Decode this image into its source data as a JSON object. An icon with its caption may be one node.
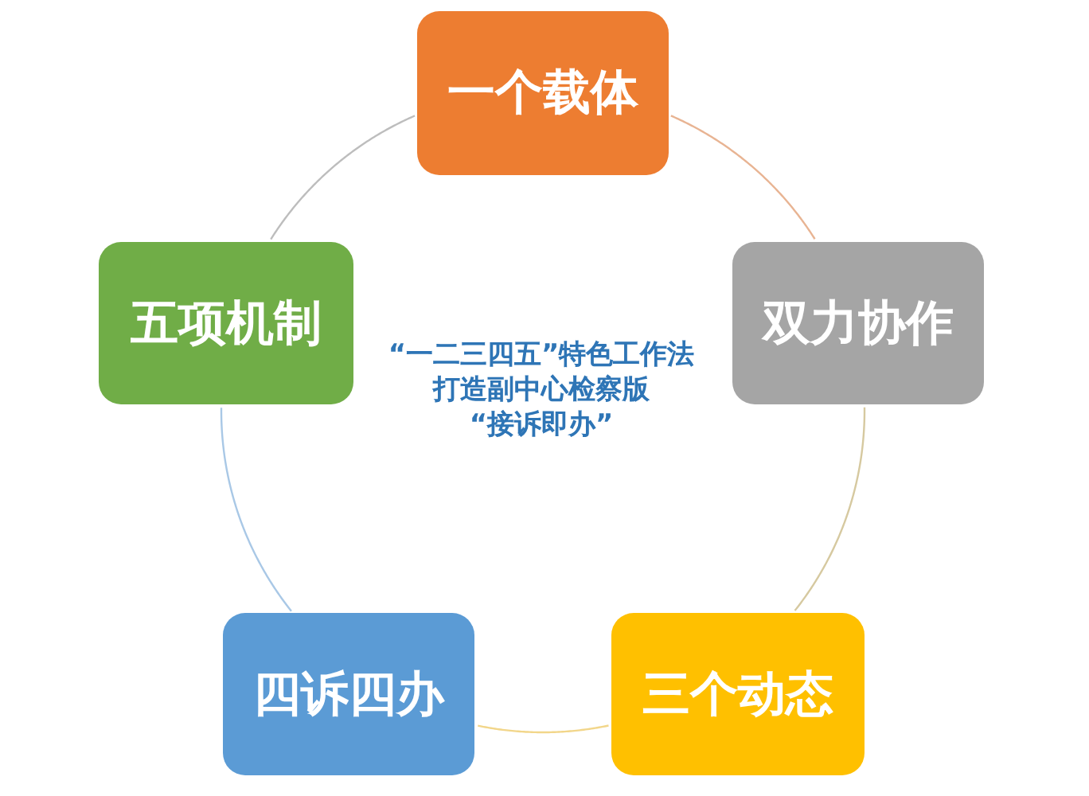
{
  "diagram": {
    "nodes": [
      {
        "text": [
          "一个载体"
        ]
      },
      {
        "text": [
          "五项机制"
        ]
      },
      {
        "text": [
          "双力协作"
        ]
      },
      {
        "text": [
          "四诉四办"
        ]
      },
      {
        "text": [
          "三个动态"
        ]
      }
    ],
    "edges": [
      {
        "from": 0,
        "to": 2,
        "arrow": "none",
        "color": "#e8b493"
      },
      {
        "from": 2,
        "to": 4,
        "arrow": "none",
        "color": "#d6c9a0"
      },
      {
        "from": 4,
        "to": 3,
        "arrow": "none",
        "color": "#f2d68a"
      },
      {
        "from": 3,
        "to": 1,
        "arrow": "none",
        "color": "#a9c8e6"
      },
      {
        "from": 1,
        "to": 0,
        "arrow": "none",
        "color": "#bdbdbd"
      }
    ],
    "labels": [
      "“一二三四五”特色工作法",
      "打造副中心检察版",
      "“接诉即办”"
    ]
  }
}
